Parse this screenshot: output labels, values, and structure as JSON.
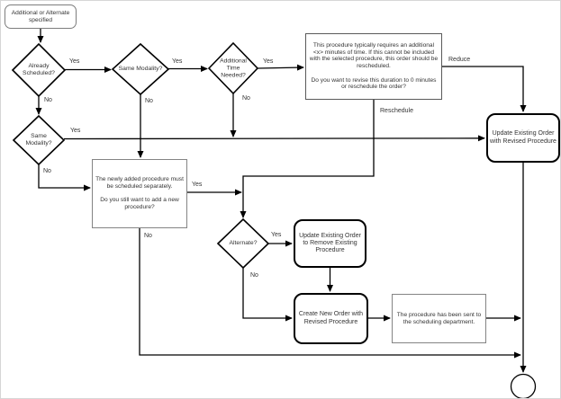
{
  "diagram_type": "flowchart",
  "colors": {
    "background": "#ffffff",
    "edge": "#000000",
    "shape_border_dark": "#000000",
    "shape_border_gray": "#808080",
    "text": "#333333"
  },
  "nodes": {
    "start": {
      "label": "Additional or Alternate specified",
      "shape": "rounded-rect"
    },
    "already_scheduled": {
      "label": "Already Scheduled?",
      "shape": "diamond"
    },
    "same_modality_top": {
      "label": "Same Modality?",
      "shape": "diamond"
    },
    "additional_time_needed": {
      "label": "Additional Time Needed?",
      "shape": "diamond"
    },
    "duration_note": {
      "label": "This procedure typically requires an additional <x> minutes of time. If this cannot be included with the selected procedure, this order should be rescheduled.\n\nDo you want to revise this duration to 0 minutes or reschedule the order?",
      "shape": "rect"
    },
    "same_modality_left": {
      "label": "Same Modality?",
      "shape": "diamond"
    },
    "schedule_separately_note": {
      "label": "The newly added procedure must be scheduled separately.\n\nDo you still want to add a new procedure?",
      "shape": "rect"
    },
    "alternate": {
      "label": "Alternate?",
      "shape": "diamond"
    },
    "update_remove": {
      "label": "Update Existing Order to Remove Existing Procedure",
      "shape": "rounded-rect"
    },
    "create_new": {
      "label": "Create New Order with Revised Procedure",
      "shape": "rounded-rect"
    },
    "sent_to_scheduling": {
      "label": "The procedure has been sent to the scheduling department.",
      "shape": "rect"
    },
    "update_revised": {
      "label": "Update Existing Order with Revised Procedure",
      "shape": "rounded-rect"
    },
    "end": {
      "label": "",
      "shape": "circle"
    }
  },
  "edge_labels": {
    "already_scheduled_yes": "Yes",
    "already_scheduled_no": "No",
    "same_modality_top_yes": "Yes",
    "same_modality_top_no": "No",
    "additional_time_yes": "Yes",
    "additional_time_no": "No",
    "reduce": "Reduce",
    "reschedule": "Reschedule",
    "same_modality_left_yes": "Yes",
    "same_modality_left_no": "No",
    "schedule_separately_yes": "Yes",
    "schedule_separately_no": "No",
    "alternate_yes": "Yes",
    "alternate_no": "No"
  }
}
